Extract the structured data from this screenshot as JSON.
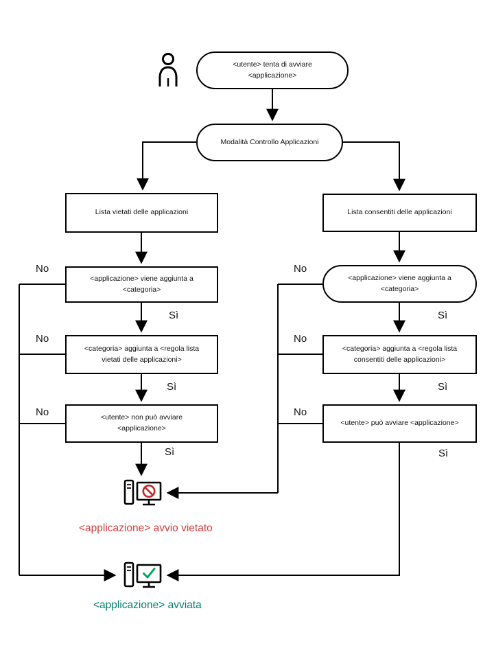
{
  "labels": {
    "yes": "Sì",
    "no": "No"
  },
  "nodes": {
    "start": "<utente> tenta di avviare <applicazione>",
    "mode": "Modalità Controllo Applicazioni",
    "deny_list": "Lista vietati delle applicazioni",
    "allow_list": "Lista consentiti delle applicazioni",
    "deny_added": "<applicazione> viene aggiunta a <categoria>",
    "deny_rule": "<categoria> aggiunta a <regola lista vietati delle applicazioni>",
    "deny_result": "<utente> non può avviare <applicazione>",
    "allow_added": "<applicazione> viene aggiunta a <categoria>",
    "allow_rule": "<categoria> aggiunta a <regola lista consentiti delle applicazioni>",
    "allow_result": "<utente> può avviare <applicazione>"
  },
  "outcomes": {
    "blocked": "<applicazione> avvio vietato",
    "started": "<applicazione> avviata"
  },
  "colors": {
    "line": "#000000",
    "blocked_text": "#cf4040",
    "started_text": "#007f6b",
    "prohibition": "#c22626",
    "check": "#00a65c"
  },
  "icons": {
    "user": "user-icon",
    "blocked": "computer-blocked-icon",
    "started": "computer-started-icon"
  }
}
